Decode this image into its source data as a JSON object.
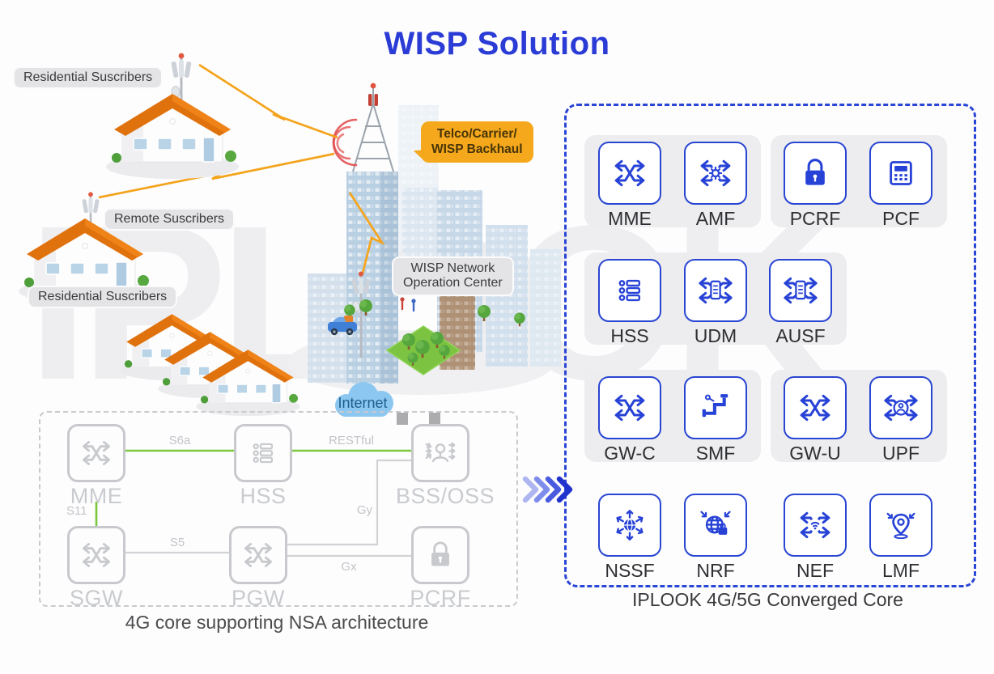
{
  "title": "WISP Solution",
  "watermark": "IPLOOK",
  "scene": {
    "bubbles": {
      "residential_top": "Residential Suscribers",
      "remote": "Remote Suscribers",
      "residential_bottom": "Residential Suscribers"
    },
    "backhaul_label": {
      "line1": "Telco/Carrier/",
      "line2": "WISP Backhaul"
    },
    "noc_label": {
      "line1": "WISP Network",
      "line2": "Operation Center"
    },
    "internet_label": "Internet"
  },
  "core_4g": {
    "caption": "4G core supporting NSA architecture",
    "nodes": [
      {
        "label": "MME",
        "icon": "crossed-arrows-icon"
      },
      {
        "label": "HSS",
        "icon": "subscriber-list-icon"
      },
      {
        "label": "BSS/OSS",
        "icon": "person-arrows-icon"
      },
      {
        "label": "SGW",
        "icon": "crossed-arrows-icon"
      },
      {
        "label": "PGW",
        "icon": "crossed-arrows-icon"
      },
      {
        "label": "PCRF",
        "icon": "lock-icon"
      }
    ],
    "interfaces": [
      {
        "label": "S6a",
        "type": "green"
      },
      {
        "label": "RESTful",
        "type": "green"
      },
      {
        "label": "S11",
        "type": "green"
      },
      {
        "label": "S5",
        "type": "gray"
      },
      {
        "label": "Gy",
        "type": "gray"
      },
      {
        "label": "Gx",
        "type": "gray"
      }
    ]
  },
  "converged_core": {
    "caption": "IPLOOK 4G/5G Converged Core",
    "nodes": [
      {
        "label": "MME",
        "icon": "crossed-arrows-icon"
      },
      {
        "label": "AMF",
        "icon": "gear-arrows-icon"
      },
      {
        "label": "PCRF",
        "icon": "lock-icon"
      },
      {
        "label": "PCF",
        "icon": "calculator-icon"
      },
      {
        "label": "HSS",
        "icon": "subscriber-list-icon"
      },
      {
        "label": "UDM",
        "icon": "database-arrows-icon"
      },
      {
        "label": "AUSF",
        "icon": "database-arrows-icon"
      },
      {
        "label": "GW-C",
        "icon": "crossed-arrows-icon"
      },
      {
        "label": "SMF",
        "icon": "pipe-wrench-icon"
      },
      {
        "label": "GW-U",
        "icon": "crossed-arrows-icon"
      },
      {
        "label": "UPF",
        "icon": "user-arrows-icon"
      },
      {
        "label": "NSSF",
        "icon": "slice-globe-icon"
      },
      {
        "label": "NRF",
        "icon": "globe-lock-icon"
      },
      {
        "label": "NEF",
        "icon": "wifi-arrows-icon"
      },
      {
        "label": "LMF",
        "icon": "location-pin-icon"
      }
    ]
  },
  "colors": {
    "title_blue": "#2B3CD6",
    "icon_blue": "#2946D2",
    "panel_border_blue": "#2A46D4",
    "green_link": "#7CC83C",
    "orange_accent": "#F5A81C",
    "gray_node": "#C7C9CC",
    "lightning_orange": "#F4A41C",
    "radio_wave_red": "#E25050"
  }
}
